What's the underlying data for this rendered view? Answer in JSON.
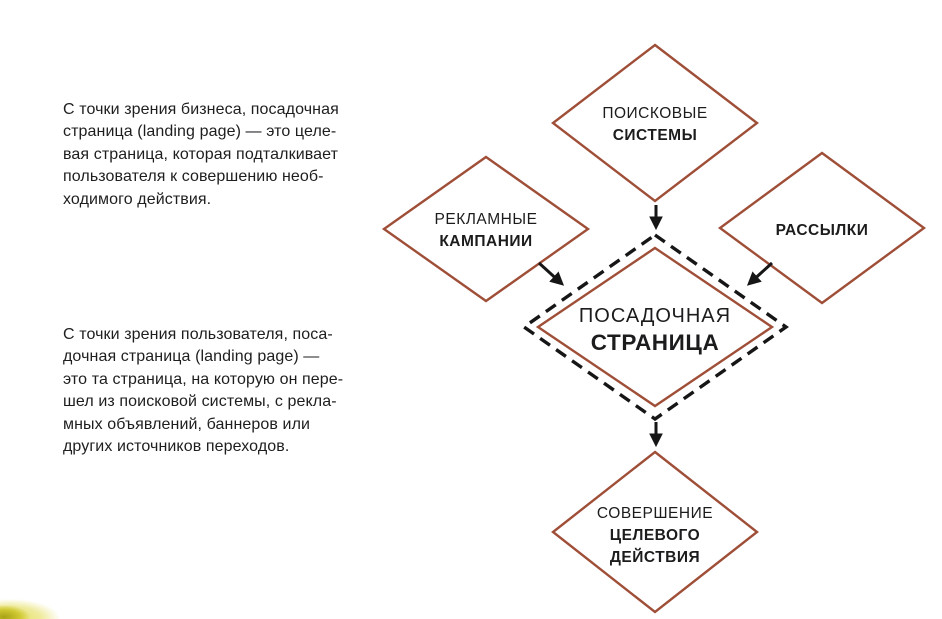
{
  "intro": {
    "business": {
      "lines": [
        "С точки зрения бизнеса, посадочная",
        "страница (landing page) — это целе-",
        "вая страница, которая подталкивает",
        "пользователя к совершению необ-",
        "ходимого действия."
      ]
    },
    "user": {
      "lines": [
        "С точки зрения пользователя, поса-",
        "дочная страница (landing page) —",
        "это та страница, на которую он пере-",
        "шел из поисковой системы, с рекла-",
        "мных объявлений, баннеров или",
        "других источников переходов."
      ]
    }
  },
  "diagram": {
    "colors": {
      "diamond_border": "#9f4f38",
      "dashed_border": "#161616",
      "arrow": "#161616",
      "text": "#1c1c1e",
      "page_edge_yellow": "#e4de56"
    },
    "nodes": {
      "search_engines": {
        "line1": "ПОИСКОВЫЕ",
        "line2": "СИСТЕМЫ"
      },
      "ad_campaigns": {
        "line1": "РЕКЛАМНЫЕ",
        "line2": "КАМПАНИИ"
      },
      "mailings": {
        "line1": "РАССЫЛКИ"
      },
      "landing_page": {
        "line1": "ПОСАДОЧНАЯ",
        "line2": "СТРАНИЦА"
      },
      "target_action": {
        "line1": "СОВЕРШЕНИЕ",
        "line2": "ЦЕЛЕВОГО",
        "line3": "ДЕЙСТВИЯ"
      }
    }
  }
}
